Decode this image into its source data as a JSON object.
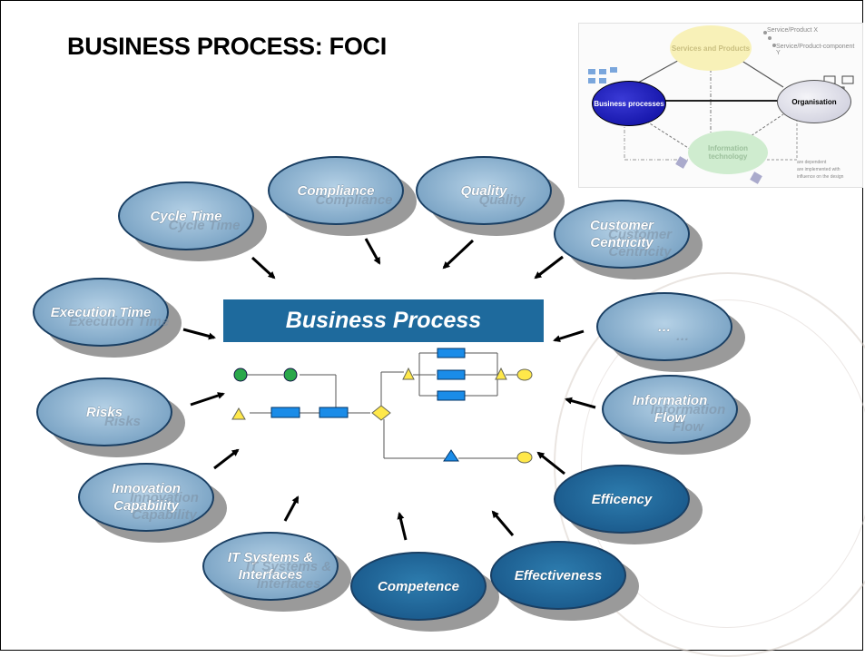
{
  "slide": {
    "title": "BUSINESS PROCESS: FOCI"
  },
  "center": {
    "label": "Business Process"
  },
  "foci": [
    {
      "label_lines": [
        "Cycle Time"
      ],
      "style": "light"
    },
    {
      "label_lines": [
        "Compliance"
      ],
      "style": "light"
    },
    {
      "label_lines": [
        "Quality"
      ],
      "style": "light"
    },
    {
      "label_lines": [
        "Customer",
        "Centricity"
      ],
      "style": "light"
    },
    {
      "label_lines": [
        "Execution Time"
      ],
      "style": "light"
    },
    {
      "label_lines": [
        "…"
      ],
      "style": "light"
    },
    {
      "label_lines": [
        "Risks"
      ],
      "style": "light"
    },
    {
      "label_lines": [
        "Information",
        "Flow"
      ],
      "style": "light"
    },
    {
      "label_lines": [
        "Innovation",
        "Capability"
      ],
      "style": "light"
    },
    {
      "label_lines": [
        "Efficency"
      ],
      "style": "dark"
    },
    {
      "label_lines": [
        "IT Systems &",
        "Interfaces"
      ],
      "style": "light"
    },
    {
      "label_lines": [
        "Competence"
      ],
      "style": "dark"
    },
    {
      "label_lines": [
        "Effectiveness"
      ],
      "style": "dark"
    }
  ],
  "context_diagram": {
    "nodes": {
      "services": "Services and Products",
      "business": "Business processes",
      "organisation": "Organisation",
      "it": "Information technology"
    },
    "annotations": [
      "Service/Product X",
      "Service/Product-component Y"
    ],
    "legend": [
      "are dependent",
      "are implemented with",
      "influence on the design"
    ]
  },
  "colors": {
    "banner": "#1e6a9d",
    "bubble_light": "#8fb3d0",
    "bubble_dark": "#1c5d8f",
    "bubble_border": "#1a3f63"
  }
}
